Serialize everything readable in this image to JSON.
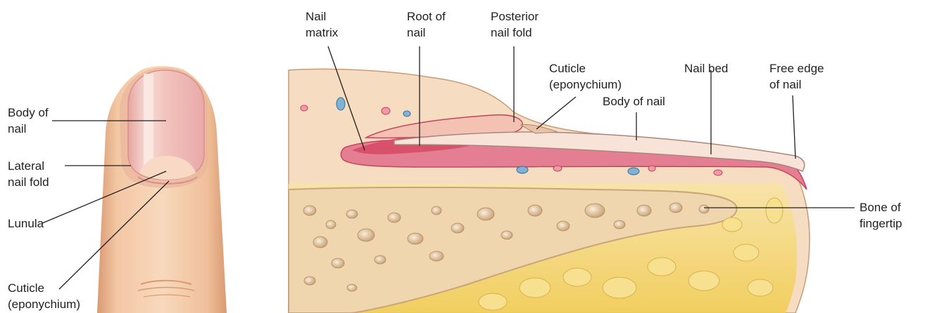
{
  "labels": {
    "left": {
      "body_of_nail": [
        "Body of",
        "nail"
      ],
      "lateral_nail_fold": [
        "Lateral",
        "nail fold"
      ],
      "lunula": [
        "Lunula"
      ],
      "cuticle": [
        "Cuticle",
        "(eponychium)"
      ]
    },
    "right": {
      "nail_matrix": [
        "Nail",
        "matrix"
      ],
      "root_of_nail": [
        "Root of",
        "nail"
      ],
      "posterior_nail_fold": [
        "Posterior",
        "nail fold"
      ],
      "cuticle": [
        "Cuticle",
        "(eponychium)"
      ],
      "body_of_nail": [
        "Body of nail"
      ],
      "nail_bed": [
        "Nail bed"
      ],
      "free_edge": [
        "Free edge",
        "of nail"
      ],
      "bone_of_fingertip": [
        "Bone of",
        "fingertip"
      ]
    }
  },
  "colors": {
    "skin": "#f3c7a4",
    "skin_shadow": "#d99a72",
    "nail_pink": "#f2c3bd",
    "nail_edge": "#e9a9a8",
    "dermis": "#f6dcc0",
    "fat_yellow": "#f5d77a",
    "bone": "#efd6ae",
    "matrix_red": "#d9506b",
    "leader": "#231f20"
  }
}
